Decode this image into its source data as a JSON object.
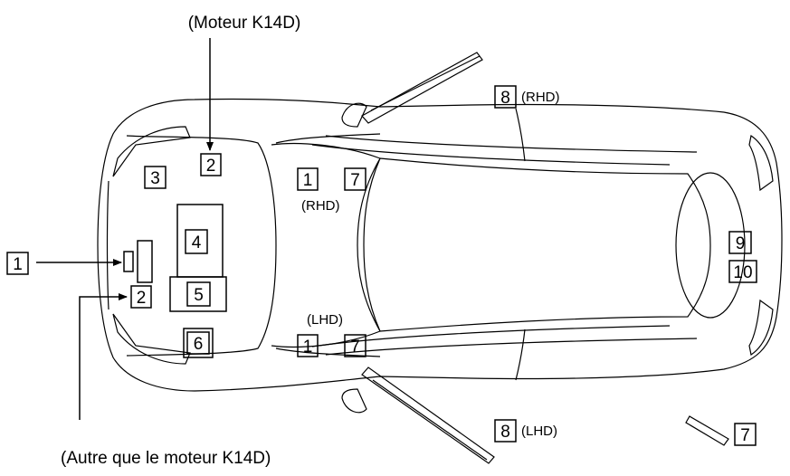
{
  "captions": {
    "top": "(Moteur K14D)",
    "bottom": "(Autre que le moteur K14D)"
  },
  "labels": {
    "n1_left": "1",
    "n2_top": "2",
    "n2_left": "2",
    "n3": "3",
    "n4": "4",
    "n5": "5",
    "n6": "6",
    "n1_rhd": "1",
    "n7_rhd": "7",
    "n1_lhd": "1",
    "n7_lhd": "7",
    "n8_top": "8",
    "n8_bottom": "8",
    "n9": "9",
    "n10": "10",
    "n7_rear": "7"
  },
  "tags": {
    "rhd_upper": "(RHD)",
    "rhd_dash": "(RHD)",
    "lhd_dash": "(LHD)",
    "lhd_lower": "(LHD)"
  }
}
